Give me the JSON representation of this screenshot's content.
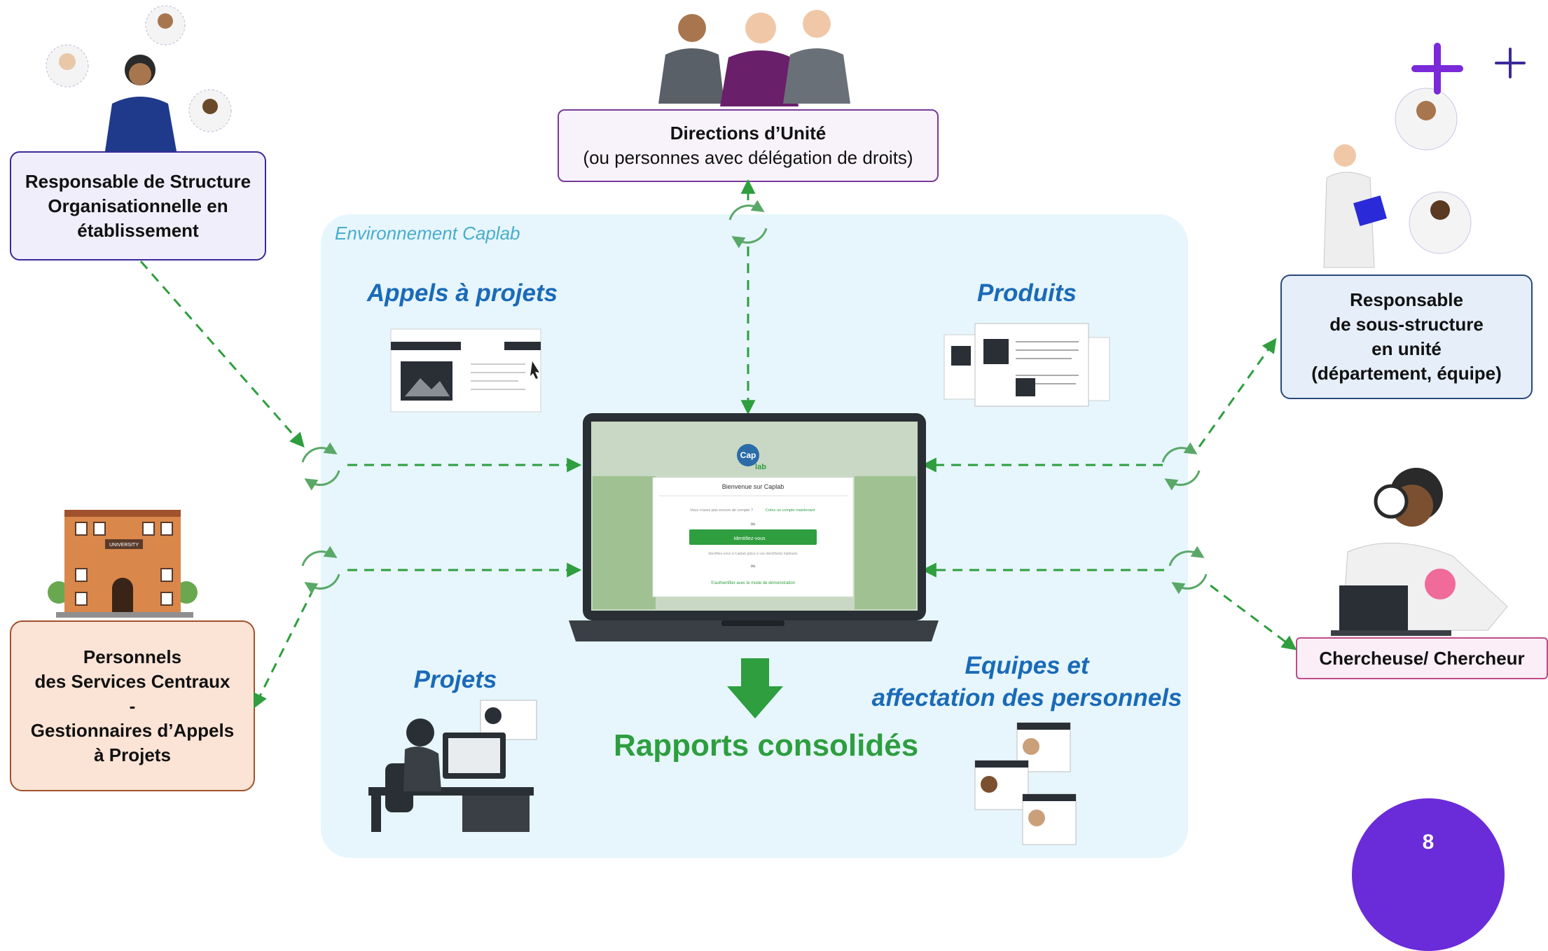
{
  "environment": {
    "label": "Environnement Caplab"
  },
  "actors": {
    "responsable_structure": [
      "Responsable de Structure",
      "Organisationnelle en",
      "établissement"
    ],
    "directions_unite": {
      "title": "Directions d’Unité",
      "subtitle": "(ou personnes avec délégation de droits)"
    },
    "responsable_sous_structure": [
      "Responsable",
      "de sous-structure",
      "en unité",
      "(département, équipe)"
    ],
    "personnels_services": [
      "Personnels",
      "des Services Centraux",
      "-",
      "Gestionnaires d’Appels",
      "à Projets"
    ],
    "chercheur": "Chercheuse/ Chercheur"
  },
  "modules": {
    "appels": "Appels à projets",
    "produits": "Produits",
    "projets": "Projets",
    "equipes": [
      "Equipes et",
      "affectation des personnels"
    ]
  },
  "laptop": {
    "logo_line1": "Cap",
    "logo_line2": "lab",
    "welcome": "Bienvenue sur Caplab",
    "no_account": "Vous n'avez pas encore de compte ?",
    "create_account": "Créez un compte maintenant",
    "ou1": "ou",
    "login_button": "Identifiez-vous",
    "ident_hint": "Identifiez-vous à Caplab grâce à vos identifiants habituels",
    "ou2": "ou",
    "demo_link": "S'authentifier avec le mode de démonstration"
  },
  "output": {
    "label": "Rapports consolidés"
  },
  "page_number": "8",
  "building_sign": "UNIVERSITY",
  "colors": {
    "arrow_green": "#2e9e3f",
    "module_blue": "#1a6ab8",
    "env_bg": "#e6f6fc",
    "accent_purple": "#6a2bd9"
  }
}
